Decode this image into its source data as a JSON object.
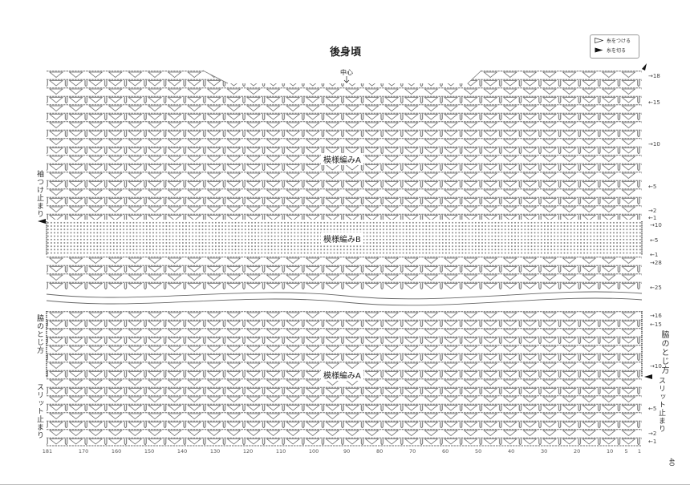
{
  "title": "後身頃",
  "center_label": "中心",
  "legend": {
    "attach_yarn": "糸をつける",
    "cut_yarn": "糸を切る"
  },
  "pattern_labels": {
    "pattern_a_top": "模様編みA",
    "pattern_b": "模様編みB",
    "pattern_a_bottom": "模様編みA"
  },
  "side_labels": {
    "left_sleeve_stop": "袖つけ止まり",
    "left_side_seam": "脇のとじ方",
    "left_slit_stop": "スリット止まり",
    "right_side_seam": "脇のとじ方",
    "right_slit_stop": "スリット止まり"
  },
  "row_labels": {
    "upper_a": [
      "→18",
      "←15",
      "→10",
      "←5",
      "→2",
      "←1"
    ],
    "band_b": [
      "→10",
      "←5",
      "←1"
    ],
    "lower_a_top": [
      "→28",
      "←25"
    ],
    "bottom_a": [
      "→16",
      "←15",
      "→10",
      "←5",
      "→2",
      "←1"
    ]
  },
  "stitch_axis": [
    "181",
    "170",
    "160",
    "150",
    "140",
    "130",
    "120",
    "110",
    "100",
    "90",
    "80",
    "70",
    "60",
    "50",
    "40",
    "30",
    "20",
    "10",
    "5",
    "1"
  ],
  "page_number": "40",
  "colors": {
    "ink": "#555555",
    "background": "#ffffff"
  }
}
